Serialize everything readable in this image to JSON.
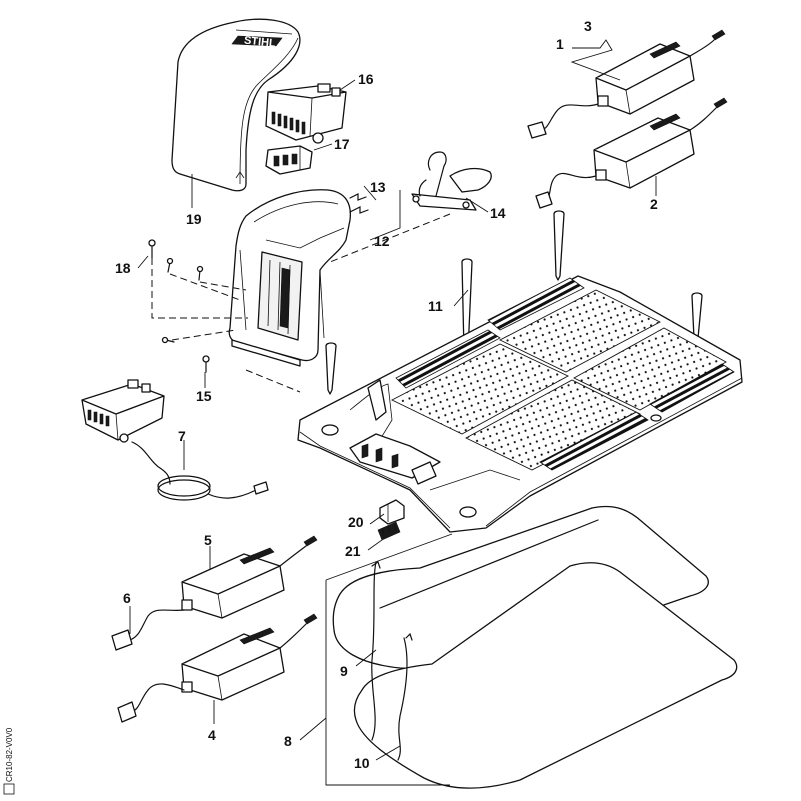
{
  "diagram": {
    "brand": "STIHL",
    "document_code": "CR10-82-V0V0",
    "callouts": {
      "c1": "1",
      "c2": "2",
      "c3": "3",
      "c4": "4",
      "c5": "5",
      "c6": "6",
      "c7": "7",
      "c8": "8",
      "c9": "9",
      "c10": "10",
      "c11": "11",
      "c12": "12",
      "c13": "13",
      "c14": "14",
      "c15": "15",
      "c16": "16",
      "c17": "17",
      "c18": "18",
      "c19": "19",
      "c20": "20",
      "c21": "21"
    }
  }
}
